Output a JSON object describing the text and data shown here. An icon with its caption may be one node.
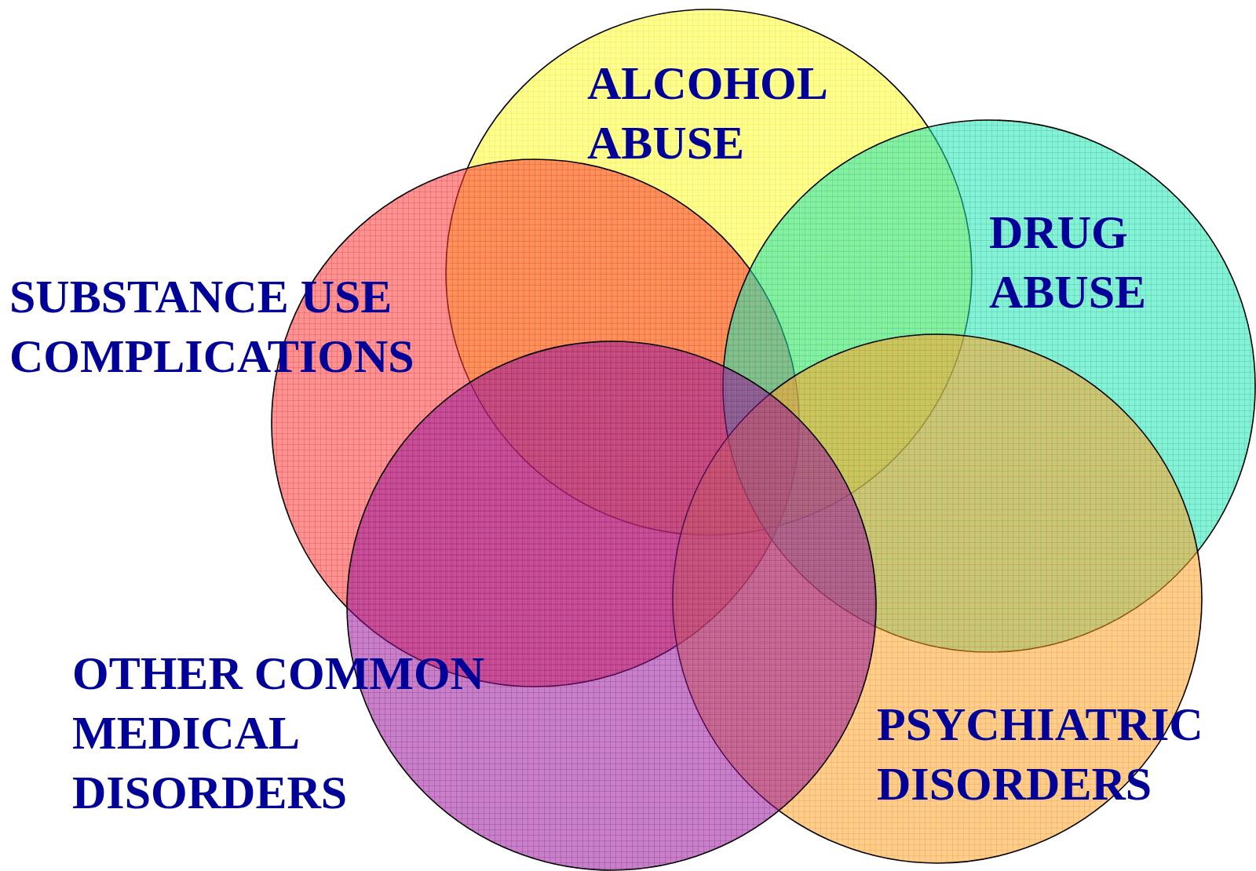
{
  "diagram": {
    "nodes": [
      {
        "text": [
          "ALCOHOL ABUSE"
        ]
      },
      {
        "text": [
          "DRUG ABUSE"
        ]
      },
      {
        "text": [
          "SUBSTANCE USE COMPLICATIONS"
        ]
      },
      {
        "text": [
          "OTHER COMMON MEDICAL DISORDERS"
        ]
      },
      {
        "text": [
          "PSYCHIATRIC DISORDERS"
        ]
      }
    ]
  }
}
